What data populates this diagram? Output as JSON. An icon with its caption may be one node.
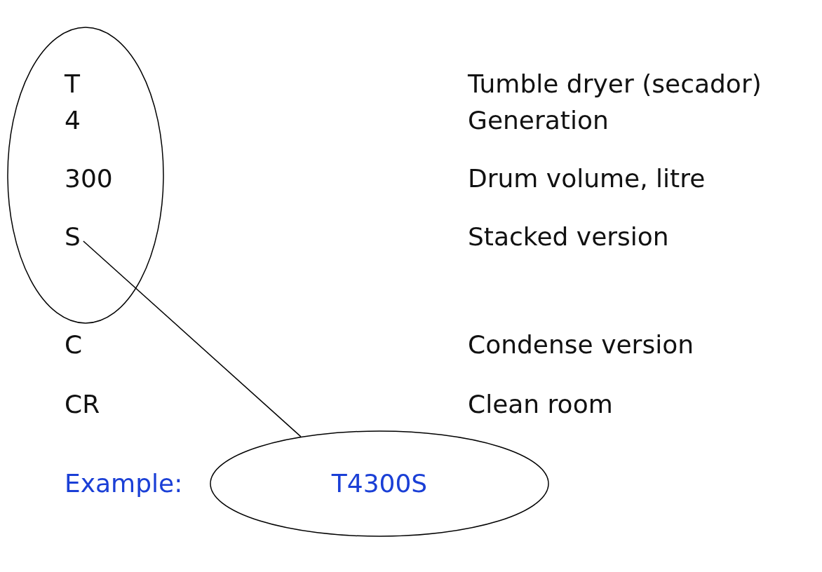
{
  "diagram": {
    "nodes": [
      {
        "text": [],
        "shape": "circle"
      },
      {
        "text": [
          "T"
        ],
        "in": 0
      },
      {
        "text": [
          "4"
        ],
        "in": 0
      },
      {
        "text": [
          "300"
        ],
        "in": 0
      },
      {
        "text": [
          "S"
        ],
        "in": 0
      },
      {
        "text": [
          "T4300S"
        ],
        "beside": [
          "Example:"
        ]
      }
    ],
    "edges": [
      {
        "from": 4,
        "to": 5,
        "arrow": "none"
      }
    ],
    "labels": [
      "Tumble dryer (secador)",
      "Generation",
      "Drum volume, litre",
      "Stacked version",
      "C",
      "Condense version",
      "CR",
      "Clean room"
    ]
  }
}
